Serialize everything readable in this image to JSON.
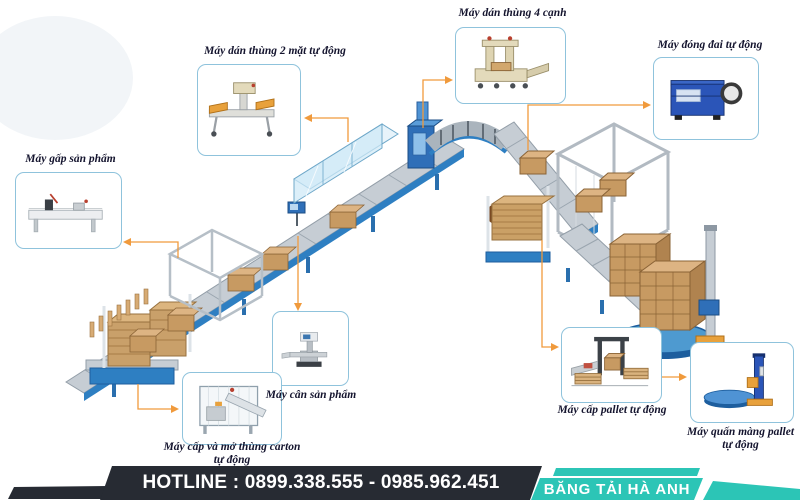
{
  "page": {
    "background": "#ffffff"
  },
  "diagram": {
    "title_hint": "packaging-line-overview",
    "callout_border_color": "#8fc3dc",
    "connector_color": "#f09a3c",
    "label_color": "#14142e",
    "callouts": [
      {
        "id": "tape-4-sides",
        "label": "Máy dán thùng 4 cạnh",
        "machine_icon": "four-side-case-sealer-icon"
      },
      {
        "id": "tape-2-sides",
        "label": "Máy dán thùng 2 mặt tự động",
        "machine_icon": "two-side-case-sealer-icon"
      },
      {
        "id": "strapping",
        "label": "Máy đóng đai tự động",
        "machine_icon": "strapping-machine-icon"
      },
      {
        "id": "product-folder",
        "label": "Máy gấp sản phẩm",
        "machine_icon": "product-folding-machine-icon"
      },
      {
        "id": "checkweigher",
        "label": "Máy cân sản phẩm",
        "machine_icon": "checkweigher-icon"
      },
      {
        "id": "carton-erector",
        "label": "Máy cấp và mở thùng carton",
        "label2": "tự động",
        "machine_icon": "carton-erector-icon"
      },
      {
        "id": "pallet-dispenser",
        "label": "Máy cấp pallet tự động",
        "machine_icon": "pallet-dispenser-icon"
      },
      {
        "id": "pallet-wrapper",
        "label": "Máy quấn màng pallet",
        "label2": "tự động",
        "machine_icon": "pallet-wrapper-icon"
      }
    ]
  },
  "footer": {
    "hotline": "HOTLINE : 0899.338.555 - 0985.962.451",
    "brand": "BĂNG TẢI HÀ ANH",
    "bar_color": "#272b33",
    "accent_color": "#2cc5b6",
    "text_color": "#ffffff"
  }
}
